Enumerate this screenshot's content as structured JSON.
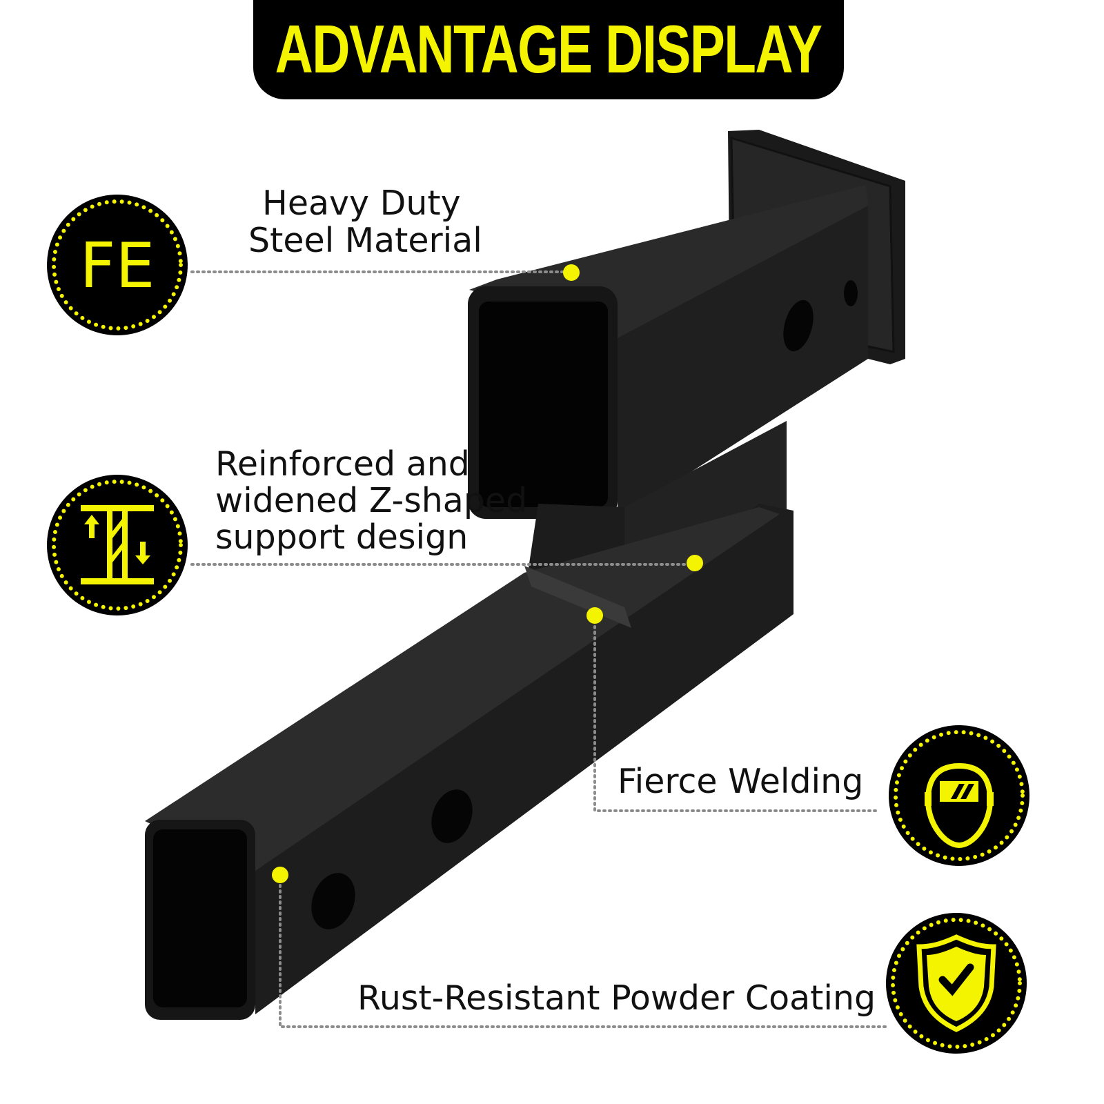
{
  "banner": {
    "title": "ADVANTAGE DISPLAY"
  },
  "features": [
    {
      "icon": "fe-iron-icon",
      "icon_text": "FE",
      "label_lines": [
        "Heavy Duty",
        "Steel Material"
      ]
    },
    {
      "icon": "z-support-icon",
      "label_lines": [
        "Reinforced and",
        "widened Z-shaped",
        "support design"
      ]
    },
    {
      "icon": "welding-mask-icon",
      "label_lines": [
        "Fierce Welding"
      ]
    },
    {
      "icon": "shield-check-icon",
      "label_lines": [
        "Rust-Resistant Powder Coating"
      ]
    }
  ],
  "colors": {
    "accent": "#f4f400",
    "dark": "#000000",
    "leader_line": "#8c8c8c"
  }
}
